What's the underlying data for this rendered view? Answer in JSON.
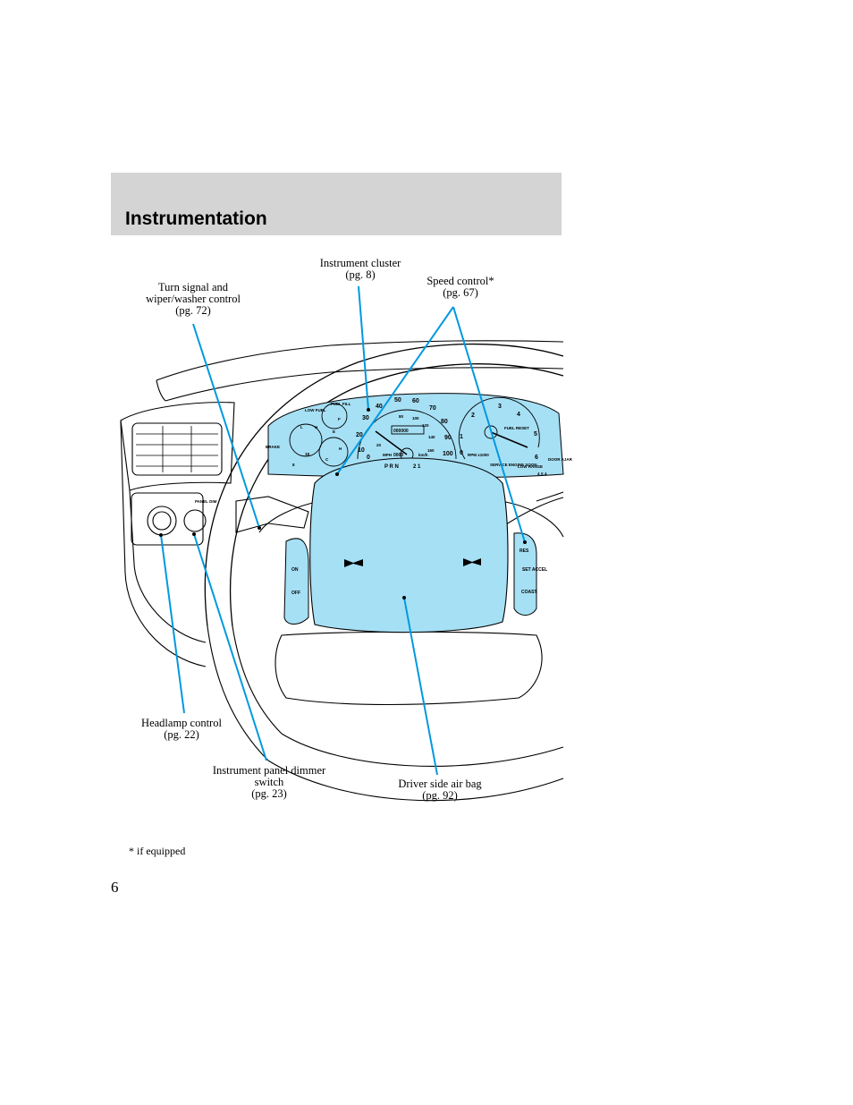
{
  "section": {
    "title": "Instrumentation"
  },
  "callouts": {
    "turn_signal": [
      "Turn signal and",
      "wiper/washer control",
      "(pg. 72)"
    ],
    "instrument_cluster": [
      "Instrument cluster",
      "(pg. 8)"
    ],
    "speed_control": [
      "Speed control*",
      "(pg. 67)"
    ],
    "headlamp": [
      "Headlamp control",
      "(pg. 22)"
    ],
    "dimmer": [
      "Instrument panel dimmer",
      "switch",
      "(pg. 23)"
    ],
    "airbag": [
      "Driver side air bag",
      "(pg. 92)"
    ]
  },
  "footnote": "* if equipped",
  "page_number": "6",
  "illustration": {
    "speedometer_labels": [
      "0",
      "10",
      "20",
      "30",
      "40",
      "50",
      "60",
      "70",
      "80",
      "90",
      "100"
    ],
    "kmh_labels": [
      "20",
      "40",
      "60",
      "80",
      "100",
      "120",
      "140",
      "160"
    ],
    "tach_labels": [
      "0",
      "1",
      "2",
      "3",
      "4",
      "5",
      "6"
    ],
    "odometer": "000000",
    "trip": "0000",
    "prndl": "P R N",
    "prndl_end": "2 1",
    "mph": "MPH",
    "kmh": "km/h",
    "rpm": "RPM x1000",
    "low_fuel": "LOW FUEL",
    "fuel_fill": "FUEL FILL",
    "brake": "BRAKE",
    "fuel_reset": "FUEL RESET",
    "service_engine_soon": "SERVICE ENGINE SOON",
    "low_range": "LOW RANGE",
    "door_ajar": "DOOR AJAR",
    "wd": "4 X 4",
    "temp_h": "H",
    "temp_c": "C",
    "fuel_e": "E",
    "fuel_f": "F",
    "volts_lo": "8",
    "volts_hi": "18",
    "oil_lo": "L",
    "oil_hi": "H",
    "panel_dim": "PANEL DIM",
    "speed_on": "ON",
    "speed_off": "OFF",
    "speed_res": "RES",
    "speed_set": "SET ACCEL",
    "speed_coast": "COAST"
  },
  "colors": {
    "cluster": "#a6e0f5",
    "airbag": "#a6e0f5",
    "leader": "#0099e0",
    "band": "#d4d4d4"
  }
}
